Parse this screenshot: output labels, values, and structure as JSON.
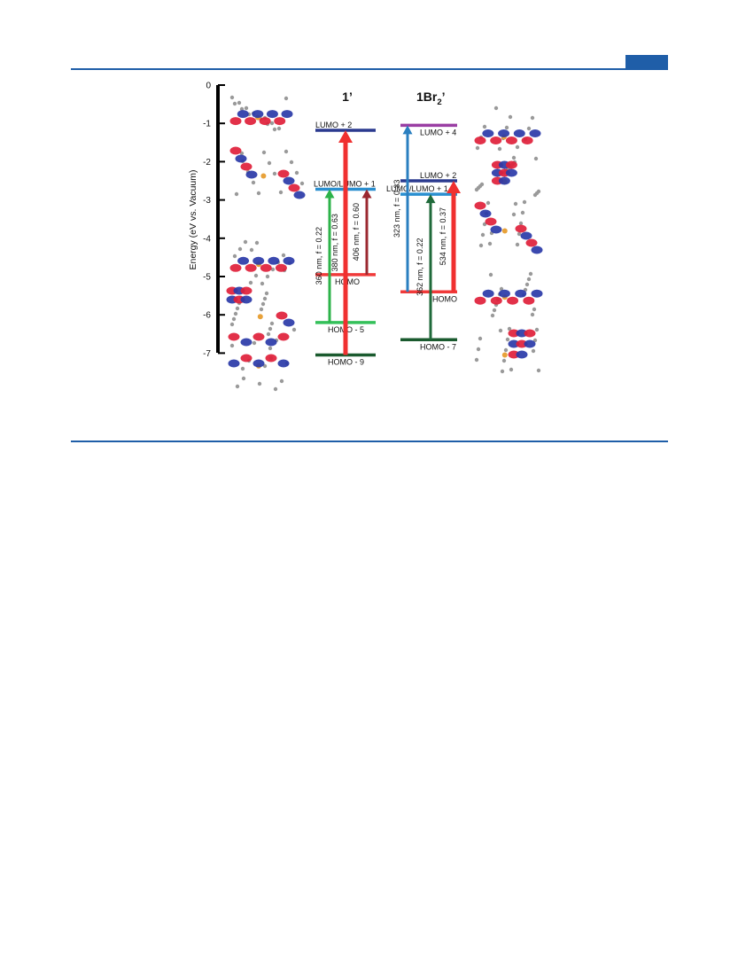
{
  "figure": {
    "axis": {
      "label": "Energy (eV vs. Vacuum)",
      "range": [
        -7,
        0
      ],
      "ticks": [
        "0",
        "-1",
        "-2",
        "-3",
        "-4",
        "-5",
        "-6",
        "-7"
      ]
    },
    "panels": [
      {
        "title": "1’",
        "levels": [
          {
            "name": "LUMO + 2",
            "energy": -1.18,
            "color": "#2b3a8f"
          },
          {
            "name": "LUMO/LUMO + 1",
            "energy": -2.72,
            "color": "#2a8fd0"
          },
          {
            "name": "HOMO",
            "energy": -4.95,
            "color": "#f03a3a"
          },
          {
            "name": "HOMO - 5",
            "energy": -6.2,
            "color": "#34c05a"
          },
          {
            "name": "HOMO - 9",
            "energy": -7.05,
            "color": "#1a5a2e"
          }
        ],
        "transitions": [
          {
            "label": "360 nm, f = 0.22",
            "from": "HOMO - 5",
            "to": "LUMO/LUMO + 1",
            "color": "#2db34a"
          },
          {
            "label": "380 nm, f = 0.63",
            "from": "HOMO - 9",
            "to": "LUMO + 2",
            "color": "#f03030"
          },
          {
            "label": "406 nm, f = 0.60",
            "from": "HOMO",
            "to": "LUMO/LUMO + 1",
            "color": "#9b2830"
          }
        ]
      },
      {
        "title": "1Br",
        "title_sub": "2",
        "title_mark": "’",
        "levels": [
          {
            "name": "LUMO + 4",
            "energy": -1.05,
            "color": "#9a3ea3"
          },
          {
            "name": "LUMO + 2",
            "energy": -2.5,
            "color": "#2b3a8f"
          },
          {
            "name": "LUMO/LUMO + 1",
            "energy": -2.85,
            "color": "#2a8fd0"
          },
          {
            "name": "HOMO",
            "energy": -5.4,
            "color": "#f03a3a"
          },
          {
            "name": "HOMO - 7",
            "energy": -6.65,
            "color": "#1a5a2e"
          }
        ],
        "transitions": [
          {
            "label": "323 nm, f = 0.33",
            "from": "HOMO",
            "to": "LUMO + 4",
            "color": "#2a7fc0"
          },
          {
            "label": "362 nm, f = 0.22",
            "from": "HOMO - 7",
            "to": "LUMO/LUMO + 1",
            "color": "#1f6a3a"
          },
          {
            "label": "534 nm, f = 0.37",
            "from": "HOMO",
            "to": "LUMO + 2",
            "color": "#f03030"
          }
        ]
      }
    ],
    "colors": {
      "accent": "#1f5ea8",
      "orbital_positive": "#e0203a",
      "orbital_negative": "#2a3aa8",
      "atom_carbon": "#9a9a9a",
      "atom_sulfur": "#e8a23a"
    }
  }
}
